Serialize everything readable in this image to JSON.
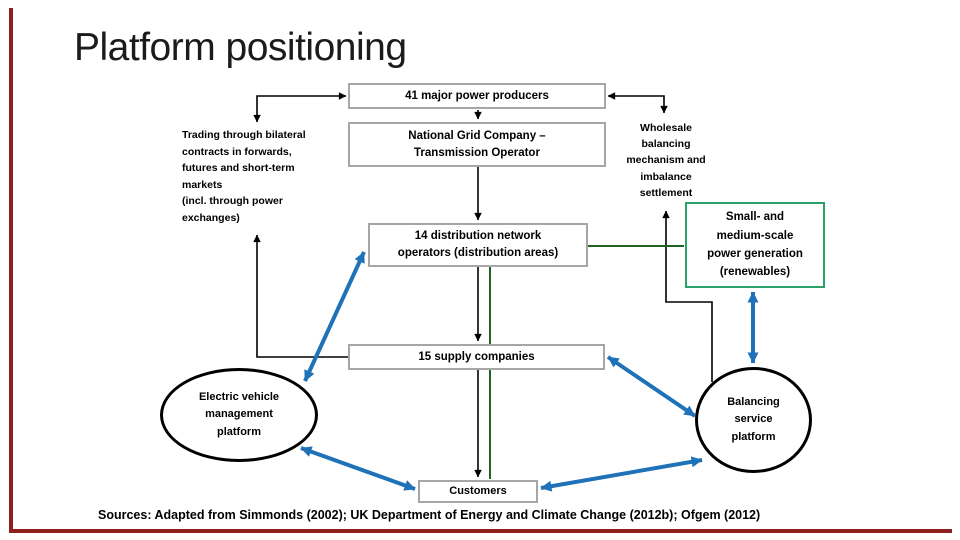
{
  "slide": {
    "title": "Platform positioning",
    "sources": "Sources: Adapted from Simmonds (2002); UK Department of Energy and Climate Change (2012b); Ofgem (2012)"
  },
  "nodes": {
    "major_producers": {
      "label": "41 major power producers"
    },
    "national_grid": {
      "label": "National Grid Company –\nTransmission Operator"
    },
    "distribution": {
      "label": "14 distribution network\noperators (distribution areas)"
    },
    "supply": {
      "label": "15 supply companies"
    },
    "customers": {
      "label": "Customers"
    },
    "small_medium_generation": {
      "label": "Small- and\nmedium-scale\npower generation\n(renewables)"
    },
    "trading_note": {
      "label": "Trading through bilateral\ncontracts in forwards,\nfutures and short-term\nmarkets\n(incl. through power\nexchanges)"
    },
    "wholesale_note": {
      "label": "Wholesale\nbalancing\nmechanism and\nimbalance\nsettlement"
    },
    "ev_platform": {
      "label": "Electric vehicle\nmanagement\nplatform"
    },
    "balancing_platform": {
      "label": "Balancing\nservice\nplatform"
    }
  },
  "colors": {
    "accent_blue": "#1F72B8",
    "dark_green": "#1E6321",
    "green_border": "#29A36A",
    "box_border": "#A6A6A6",
    "frame_red": "#8E1F1F"
  }
}
